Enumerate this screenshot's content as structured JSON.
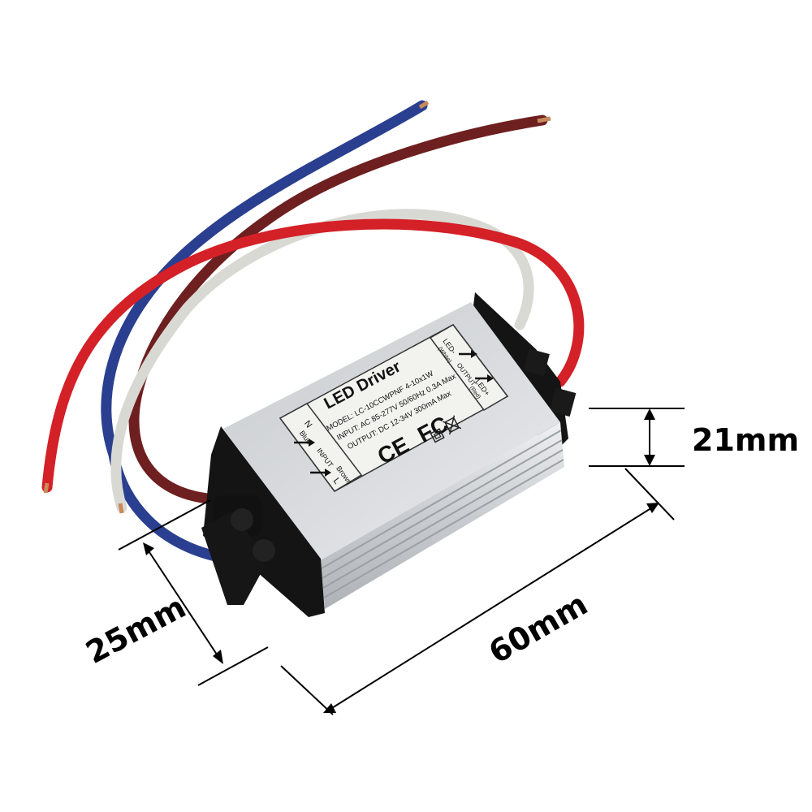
{
  "product": {
    "title": "LED Driver",
    "model": "MODEL: LC-10CCWPNF 4-10x1W",
    "input_spec": "INPUT: AC 85-277V  50/60Hz  0.3A Max",
    "output_spec": "OUTPUT: DC 12-34V  300mA Max",
    "cert_ce": "CE",
    "cert_fc": "FC"
  },
  "left_panel": {
    "n": "N",
    "n_color": "Blue",
    "input": "INPUT",
    "l_color": "Brown",
    "l": "L"
  },
  "right_panel": {
    "led_minus": "LED-",
    "led_minus_color": "(White)",
    "output": "OUTPUT",
    "led_plus": "LED+",
    "led_plus_color": "(Red)"
  },
  "dimensions": {
    "height": "21mm",
    "width": "25mm",
    "length": "60mm"
  },
  "colors": {
    "wire_blue": "#2a3f8f",
    "wire_brown": "#6e1f1f",
    "wire_white": "#dcdcd8",
    "wire_red": "#d42027",
    "housing": "#d7d9dc",
    "endcap": "#141414",
    "label": "#f2f2ee"
  }
}
